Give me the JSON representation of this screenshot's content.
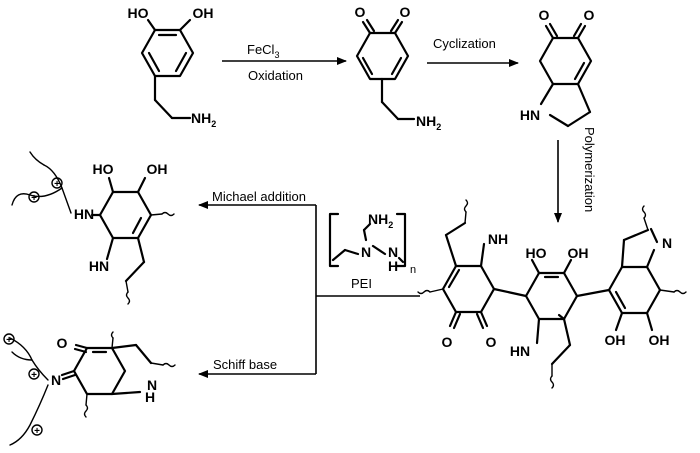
{
  "reagents": {
    "step1_top": "FeCl",
    "step1_top_sub": "3",
    "step1_bottom": "Oxidation",
    "step2": "Cyclization",
    "step3": "Polymerization",
    "michael": "Michael addition",
    "schiff": "Schiff base",
    "pei": "PEI",
    "pei_n": "n"
  },
  "atoms": {
    "ho": "HO",
    "oh": "OH",
    "o": "O",
    "nh": "NH",
    "hn": "HN",
    "n": "N",
    "h": "H",
    "nh2": "NH",
    "nh2_sub": "2",
    "plus": "+"
  }
}
